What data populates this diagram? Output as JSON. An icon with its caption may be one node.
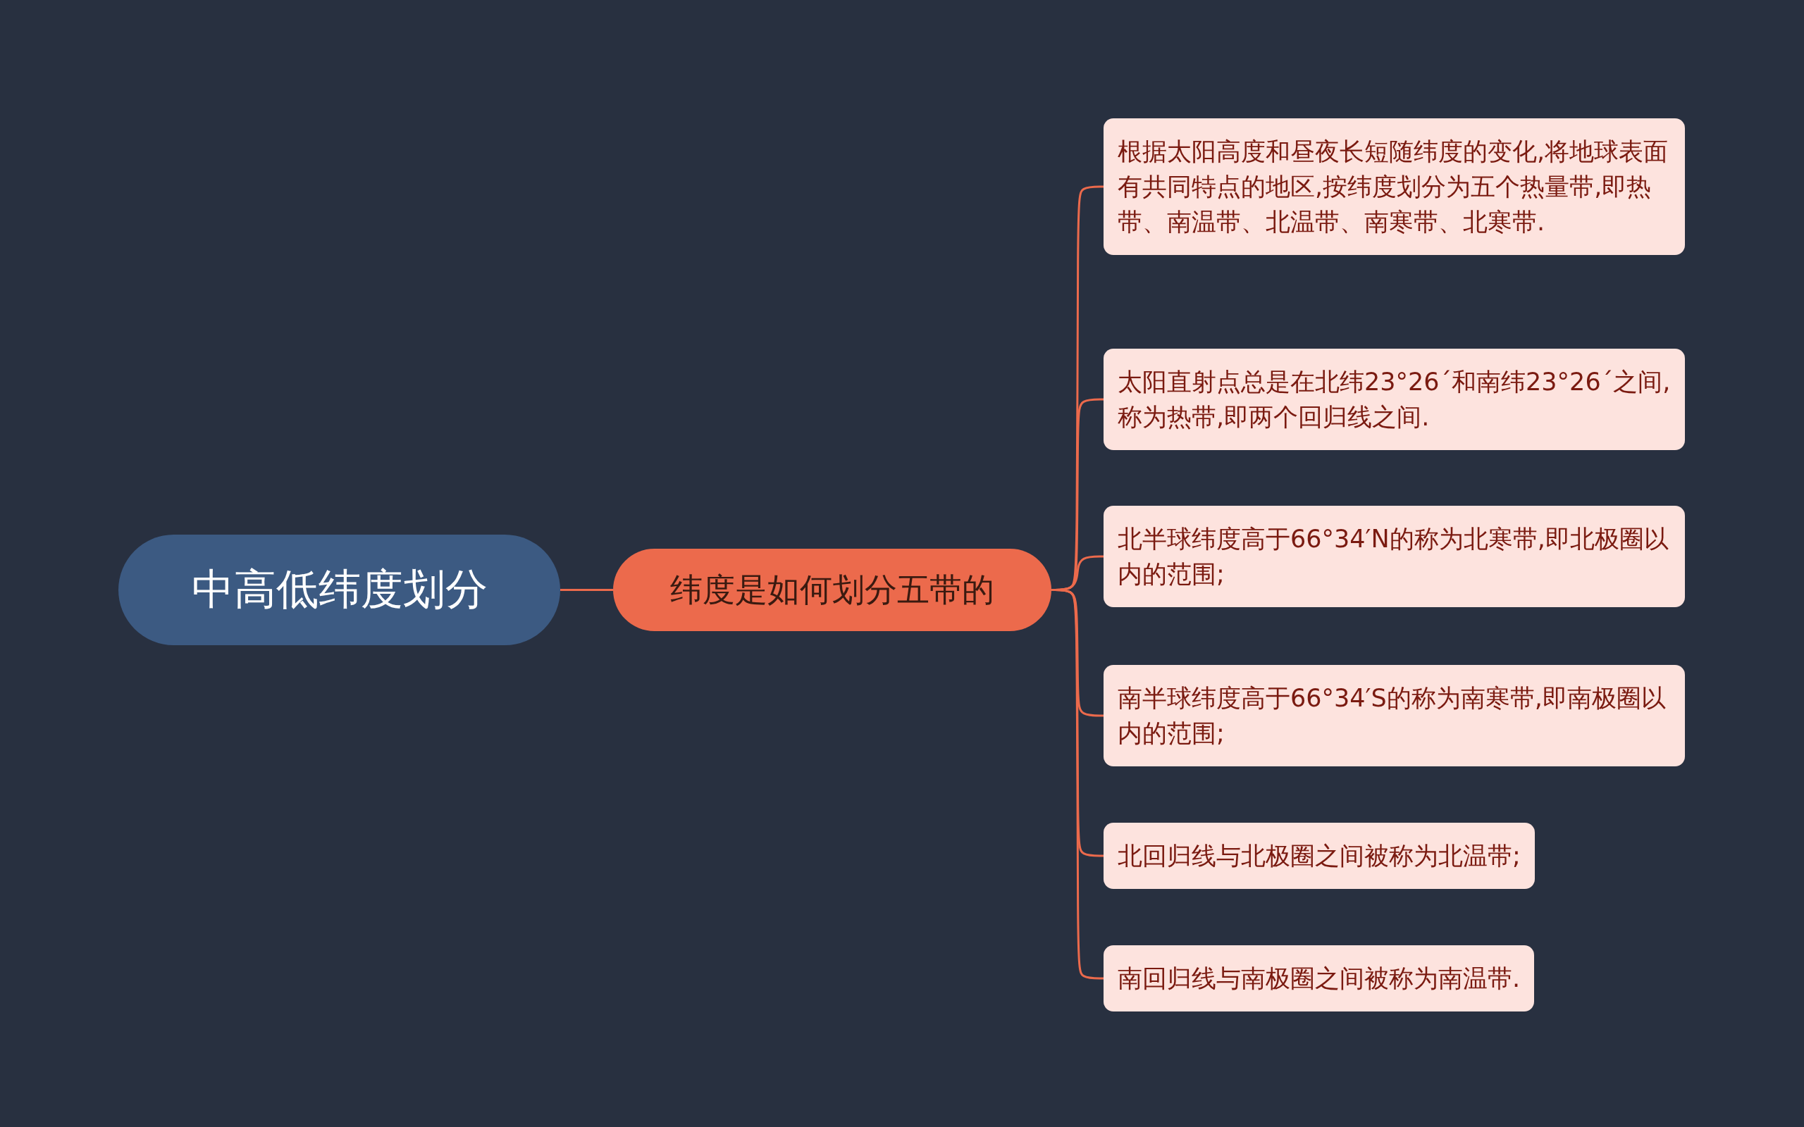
{
  "diagram": {
    "nodes": [
      {
        "text": [
          "中高低纬度划分"
        ]
      },
      {
        "text": [
          "纬度是如何划分五带的"
        ]
      },
      {
        "text": [
          "根据太阳高度和昼夜长短随纬度的变化,将地球表面有共同特点的地区,按纬度划分为五个热量带,即热带、南温带、北温带、南寒带、北寒带."
        ]
      },
      {
        "text": [
          "太阳直射点总是在北纬23°26´和南纬23°26´之间,称为热带,即两个回归线之间."
        ]
      },
      {
        "text": [
          "北半球纬度高于66°34′N的称为北寒带,即北极圈以内的范围;"
        ]
      },
      {
        "text": [
          "南半球纬度高于66°34′S的称为南寒带,即南极圈以内的范围;"
        ]
      },
      {
        "text": [
          "北回归线与北极圈之间被称为北温带;"
        ]
      },
      {
        "text": [
          "南回归线与南极圈之间被称为南温带."
        ]
      }
    ],
    "edges": [
      {
        "from": 0,
        "to": 1,
        "arrow": "none"
      },
      {
        "from": 1,
        "to": 2,
        "arrow": "none"
      },
      {
        "from": 1,
        "to": 3,
        "arrow": "none"
      },
      {
        "from": 1,
        "to": 4,
        "arrow": "none"
      },
      {
        "from": 1,
        "to": 5,
        "arrow": "none"
      },
      {
        "from": 1,
        "to": 6,
        "arrow": "none"
      },
      {
        "from": 1,
        "to": 7,
        "arrow": "none"
      }
    ]
  }
}
